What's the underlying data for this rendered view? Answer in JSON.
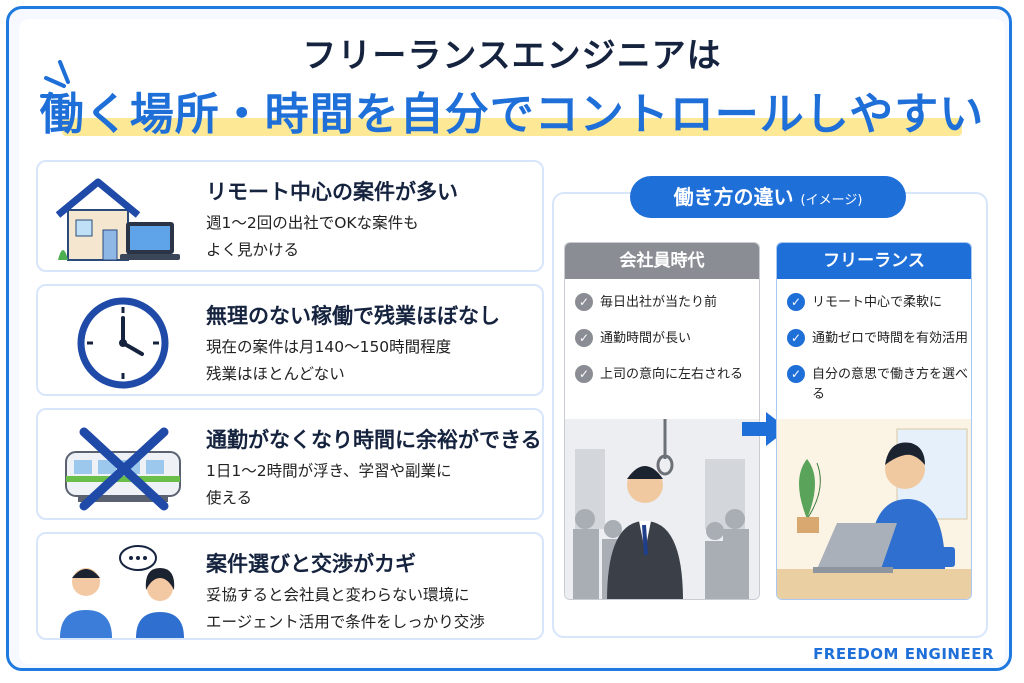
{
  "title": {
    "line1": "フリーランスエンジニアは",
    "line2": "働く場所・時間を自分でコントロールしやすい"
  },
  "cards": [
    {
      "title": "リモート中心の案件が多い",
      "desc": "週1〜2回の出社でOKな案件も\nよく見かける",
      "icon": "house-laptop-icon"
    },
    {
      "title": "無理のない稼働で残業ほぼなし",
      "desc": "現在の案件は月140〜150時間程度\n残業はほとんどない",
      "icon": "clock-icon"
    },
    {
      "title": "通勤がなくなり時間に余裕ができる",
      "desc": "1日1〜2時間が浮き、学習や副業に\n使える",
      "icon": "crossed-train-icon"
    },
    {
      "title": "案件選びと交渉がカギ",
      "desc": "妥協すると会社員と変わらない環境に\nエージェント活用で条件をしっかり交渉",
      "icon": "people-talking-icon"
    }
  ],
  "comparison": {
    "pill_label": "働き方の違い",
    "pill_note": "(イメージ)",
    "employee": {
      "header": "会社員時代",
      "items": [
        "毎日出社が当たり前",
        "通勤時間が長い",
        "上司の意向に左右される"
      ],
      "color": "#8a8d93"
    },
    "freelance": {
      "header": "フリーランス",
      "items": [
        "リモート中心で柔軟に",
        "通勤ゼロで時間を有効活用",
        "自分の意思で働き方を選べる"
      ],
      "color": "#1f6fd9"
    }
  },
  "brand": "FREEDOM ENGINEER"
}
